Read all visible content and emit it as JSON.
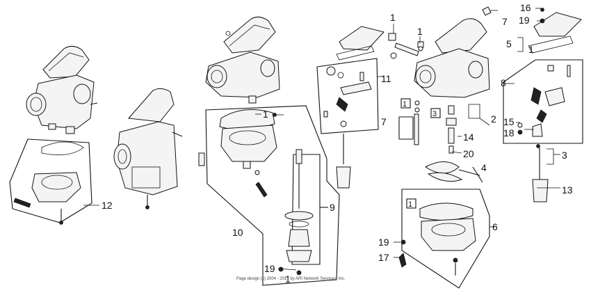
{
  "diagram": {
    "callouts": {
      "c1a": "1",
      "c1b": "1",
      "c1c": "1",
      "c1d": "1",
      "c1e": "1",
      "c2": "2",
      "c3": "3",
      "c4": "4",
      "c5": "5",
      "c6": "6",
      "c7a": "7",
      "c7b": "7",
      "c8": "8",
      "c9": "9",
      "c10": "10",
      "c11": "11",
      "c12": "12",
      "c13": "13",
      "c14": "14",
      "c15": "15",
      "c16": "16",
      "c17": "17",
      "c18": "18",
      "c19a": "19",
      "c19b": "19",
      "c19c": "19",
      "c20": "20"
    },
    "boxed_labels": {
      "b1a": "1",
      "b3": "3",
      "b1b": "1"
    },
    "copyright": "Page design (c) 2004 - 2017 by ARI Network Services, Inc."
  }
}
